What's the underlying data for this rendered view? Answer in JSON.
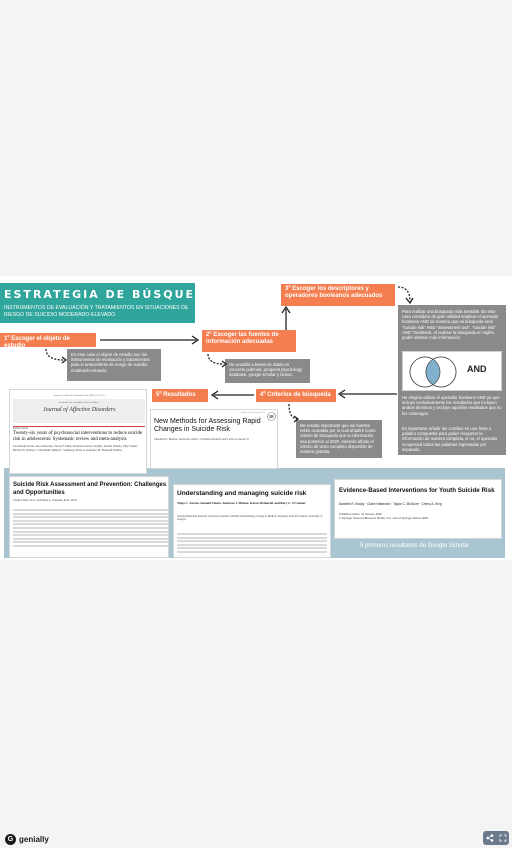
{
  "title": {
    "main": "ESTRATEGIA DE BÚSQUEDA:",
    "sub": "INSTRUMENTOS DE EVALUACIÓN Y TRATAMIENTOS EN SITUACIONES DE RIESGO DE SUICIDIO MODERADO-ELEVADO."
  },
  "steps": {
    "s1": "1º Escoger el objeto de estudio",
    "s2": "2º Escoger las fuentes de información adecuadas",
    "s3": "3º Escoger los descriptores y operadores booleanos adecuados",
    "s4": "4º Criterios de búsqueda",
    "s5": "5º Resultados"
  },
  "notes": {
    "n1": "En este caso el objeto de estudio son los instrumentos de evaluación y tratamientos para el antecedente de riesgo de suicidio moderado-elevado.",
    "n2": "He acudido a bases de datos en concreto pubmed, proquest psychology database, google scholar y biosoc.",
    "n3": "Me resulta importante que las fuentes estén acotadas por lo cual añadiré como criterio de búsqueda que la información sea posterior al 2020. Además añado el criterio de texto completo disponible de manera gratuita."
  },
  "right_panel": {
    "text1": "Para realizar una búsqueda más sensible. En este caso considero de gran utilidad emplear el operador booleano AND de manera que mi búsqueda será \"suicide risk\" AND \"assessment tool\", \"suicide risk\" AND \"treatment. Al realizar la búsqueda en inglés, podré obtener más información.",
    "and_label": "AND",
    "text2": "He elegido utilizar el operador booleano AND ya que incluye exclusivamente los resultados que incluyen ambos términos y excluye aquellos resultados que no los contengan.",
    "text3": "Es importante añadir las comillas en una frase o palabra compuesta para poder recuperar la información de manera completa, si no, el operador recuperará todas las palabras ingresadas por separado."
  },
  "papers": {
    "p1": {
      "header": "Journal of Affective Disorders 303 (2022) 315-328",
      "contents": "Contents lists available at ScienceDirect",
      "journal": "Journal of Affective Disorders",
      "type": "Review article",
      "title": "Twenty-six years of psychosocial interventions to reduce suicide risk in adolescents: Systematic review and meta-analysis",
      "authors": "Luz Rebeka Torres, Sara Zamorano, Steven F. Elkin, Sebastian Ciavero-Trujillo, Katrine Daniels, Sally Sohner, Barbara H. Stanley, J. John Mann, Milton L. Wainberg, Maria A. Oquendo, M. Elizabeth Sublette"
    },
    "p2": {
      "tiny": "Published: 08 January 2022",
      "title": "New Methods for Assessing Rapid Changes in Suicide Risk",
      "authors": "Elizabeth D. Ballard, Jessica R. Gilbert, Christina Wusinich and Carlos A. Zarate Jr."
    },
    "p3": {
      "title": "Suicide Risk Assessment and Prevention: Challenges and Opportunities",
      "authors": "Glenn P. Bain, D.O., and Maria A. Oquendo, M.D., Ph.D."
    },
    "p4": {
      "title": "Understanding and managing suicide risk",
      "authors": "Tiago C. Zortea, Seonaid Cleare, Ambrose J. Melson, Karen Wetherall, and Rory C. O'Connor",
      "affil": "Suicidal Behaviour Research Laboratory, Institute of Health and Wellbeing, College of Medical, Veterinary and Life Sciences, University of Glasgow"
    },
    "p5": {
      "title": "Evidence-Based Interventions for Youth Suicide Risk",
      "authors": "Danielle R. Busby · Claire Hatkevich · Taylor C. McGuire · Cheryl A. King",
      "published": "Published online: 15 January 2020",
      "copyright": "© Springer Science+Business Media, LLC, part of Springer Nature 2020"
    }
  },
  "results_caption": "5 primeros resultados de Google Scholar",
  "footer": {
    "logo_text": "genially"
  },
  "colors": {
    "teal": "#2fa59b",
    "orange": "#f47e50",
    "grey": "#8a8a8a",
    "band": "#a9c5d2"
  }
}
